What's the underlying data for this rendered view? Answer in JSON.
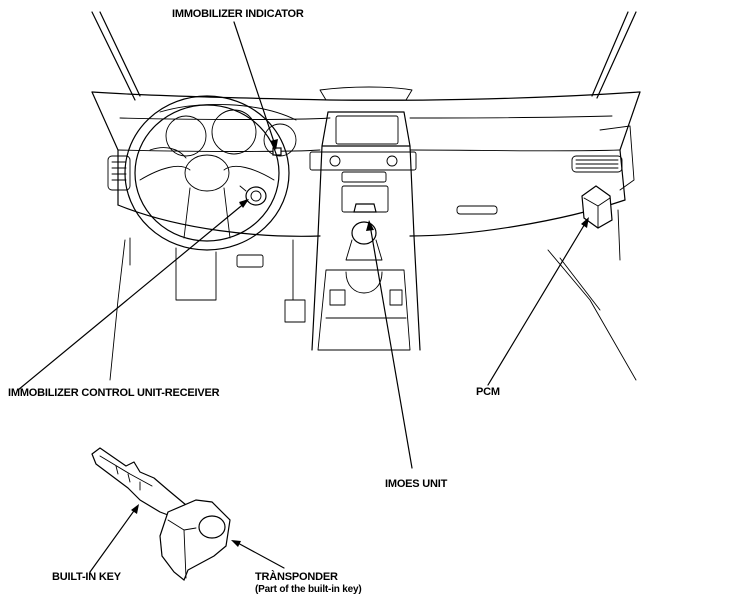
{
  "labels": {
    "immobilizer_indicator": "IMMOBILIZER INDICATOR",
    "immobilizer_control_unit": "IMMOBILIZER CONTROL UNIT-RECEIVER",
    "pcm": "PCM",
    "imoes_unit": "IMOES UNIT",
    "built_in_key": "BUILT-IN KEY",
    "transponder": "TRÀNSPONDER",
    "transponder_note": "(Part of the built-in key)"
  },
  "colors": {
    "line": "#000000",
    "background": "#ffffff"
  }
}
